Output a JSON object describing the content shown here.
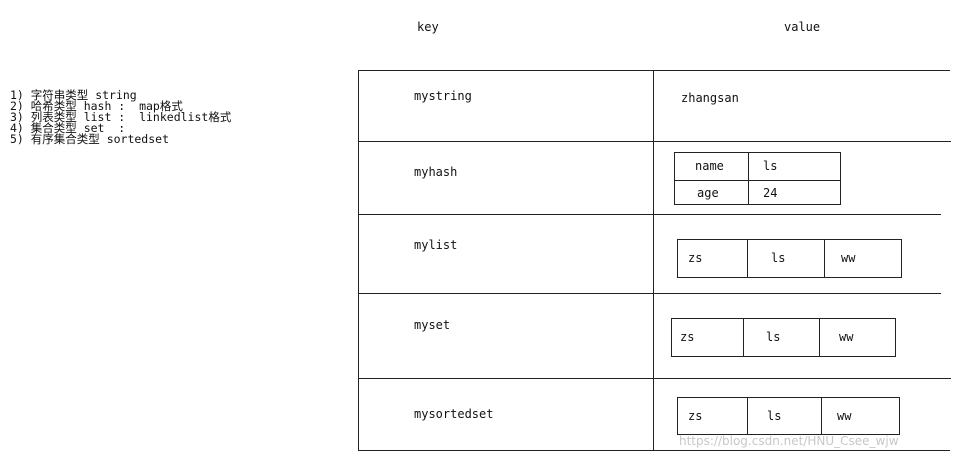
{
  "headers": {
    "key": "key",
    "value": "value"
  },
  "types": [
    "1) 字符串类型 string",
    "2) 哈希类型 hash :  map格式",
    "3) 列表类型 list :  linkedlist格式",
    "4) 集合类型 set  :",
    "5) 有序集合类型 sortedset"
  ],
  "rows": [
    {
      "key": "mystring",
      "value": "zhangsan"
    },
    {
      "key": "myhash",
      "hash": [
        {
          "field": "name",
          "value": "ls"
        },
        {
          "field": "age",
          "value": "24"
        }
      ]
    },
    {
      "key": "mylist",
      "items": [
        "zs",
        "ls",
        "ww"
      ]
    },
    {
      "key": "myset",
      "items": [
        "zs",
        "ls",
        "ww"
      ]
    },
    {
      "key": "mysortedset",
      "items": [
        "zs",
        "ls",
        "ww"
      ]
    }
  ],
  "watermark": "https://blog.csdn.net/HNU_Csee_wjw"
}
